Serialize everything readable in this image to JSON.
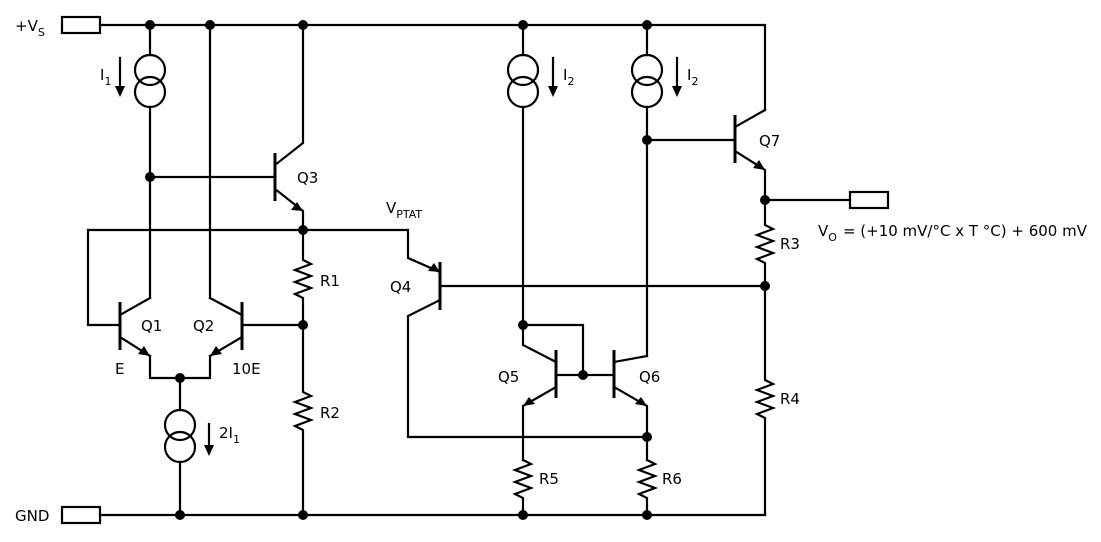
{
  "supply": {
    "base": "+V",
    "sub": "S"
  },
  "ground": "GND",
  "sources": {
    "i1": {
      "base": "I",
      "sub": "1"
    },
    "i2a": {
      "base": "I",
      "sub": "2"
    },
    "i2b": {
      "base": "I",
      "sub": "2"
    },
    "i2x": {
      "pre": "2I",
      "sub": "1"
    }
  },
  "transistors": {
    "q1": "Q1",
    "q2": "Q2",
    "q3": "Q3",
    "q4": "Q4",
    "q5": "Q5",
    "q6": "Q6",
    "q7": "Q7"
  },
  "emitter_area": {
    "q1": "E",
    "q2": "10E"
  },
  "resistors": {
    "r1": "R1",
    "r2": "R2",
    "r3": "R3",
    "r4": "R4",
    "r5": "R5",
    "r6": "R6"
  },
  "vptat": {
    "base": "V",
    "sub": "PTAT"
  },
  "output": {
    "base": "V",
    "sub": "O",
    "formula": "= (+10 mV/°C x T °C) + 600 mV"
  }
}
